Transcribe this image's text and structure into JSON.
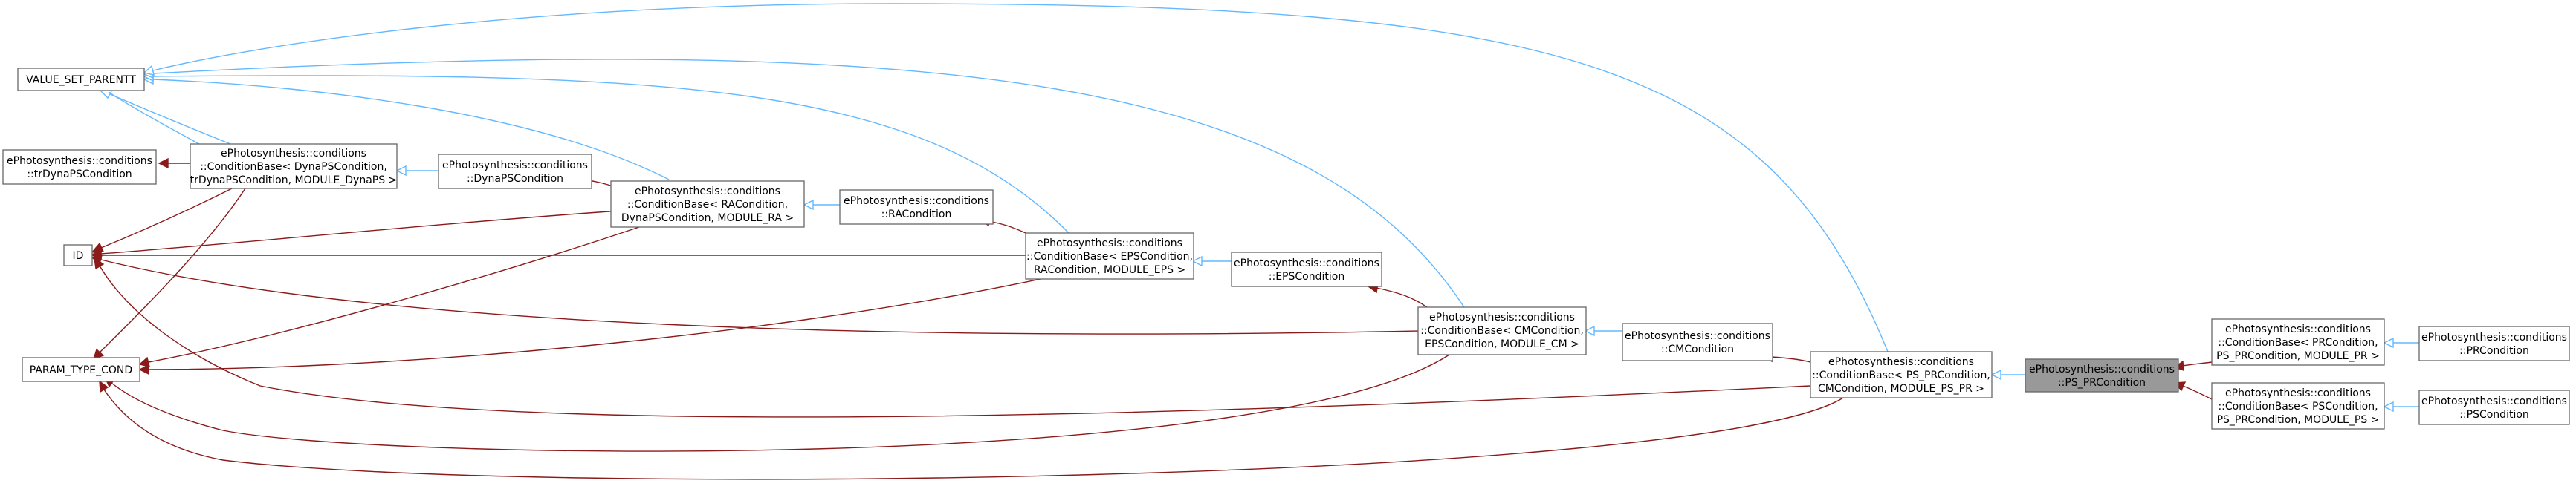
{
  "colors": {
    "inheritance_edge": "#63b8ff",
    "usage_edge": "#8b1a1a",
    "focus_node_fill": "#999999",
    "node_border": "#666666"
  },
  "nodes": {
    "value_set_parentt": [
      "VALUE_SET_PARENTT"
    ],
    "tr_dyna_ps_condition": [
      "ePhotosynthesis::conditions",
      "::trDynaPSCondition"
    ],
    "condbase_dynaps": [
      "ePhotosynthesis::conditions",
      "::ConditionBase< DynaPSCondition,",
      "trDynaPSCondition, MODULE_DynaPS >"
    ],
    "dyna_ps_condition": [
      "ePhotosynthesis::conditions",
      "::DynaPSCondition"
    ],
    "condbase_ra": [
      "ePhotosynthesis::conditions",
      "::ConditionBase< RACondition,",
      "DynaPSCondition, MODULE_RA >"
    ],
    "ra_condition": [
      "ePhotosynthesis::conditions",
      "::RACondition"
    ],
    "id": [
      "ID"
    ],
    "condbase_eps": [
      "ePhotosynthesis::conditions",
      "::ConditionBase< EPSCondition,",
      "RACondition, MODULE_EPS >"
    ],
    "eps_condition": [
      "ePhotosynthesis::conditions",
      "::EPSCondition"
    ],
    "condbase_cm": [
      "ePhotosynthesis::conditions",
      "::ConditionBase< CMCondition,",
      "EPSCondition, MODULE_CM >"
    ],
    "cm_condition": [
      "ePhotosynthesis::conditions",
      "::CMCondition"
    ],
    "param_type_cond": [
      "PARAM_TYPE_COND"
    ],
    "condbase_ps_pr": [
      "ePhotosynthesis::conditions",
      "::ConditionBase< PS_PRCondition,",
      "CMCondition, MODULE_PS_PR >"
    ],
    "ps_pr_condition": [
      "ePhotosynthesis::conditions",
      "::PS_PRCondition"
    ],
    "condbase_pr": [
      "ePhotosynthesis::conditions",
      "::ConditionBase< PRCondition,",
      "PS_PRCondition, MODULE_PR >"
    ],
    "pr_condition": [
      "ePhotosynthesis::conditions",
      "::PRCondition"
    ],
    "condbase_ps": [
      "ePhotosynthesis::conditions",
      "::ConditionBase< PSCondition,",
      "PS_PRCondition, MODULE_PS >"
    ],
    "ps_condition": [
      "ePhotosynthesis::conditions",
      "::PSCondition"
    ]
  }
}
